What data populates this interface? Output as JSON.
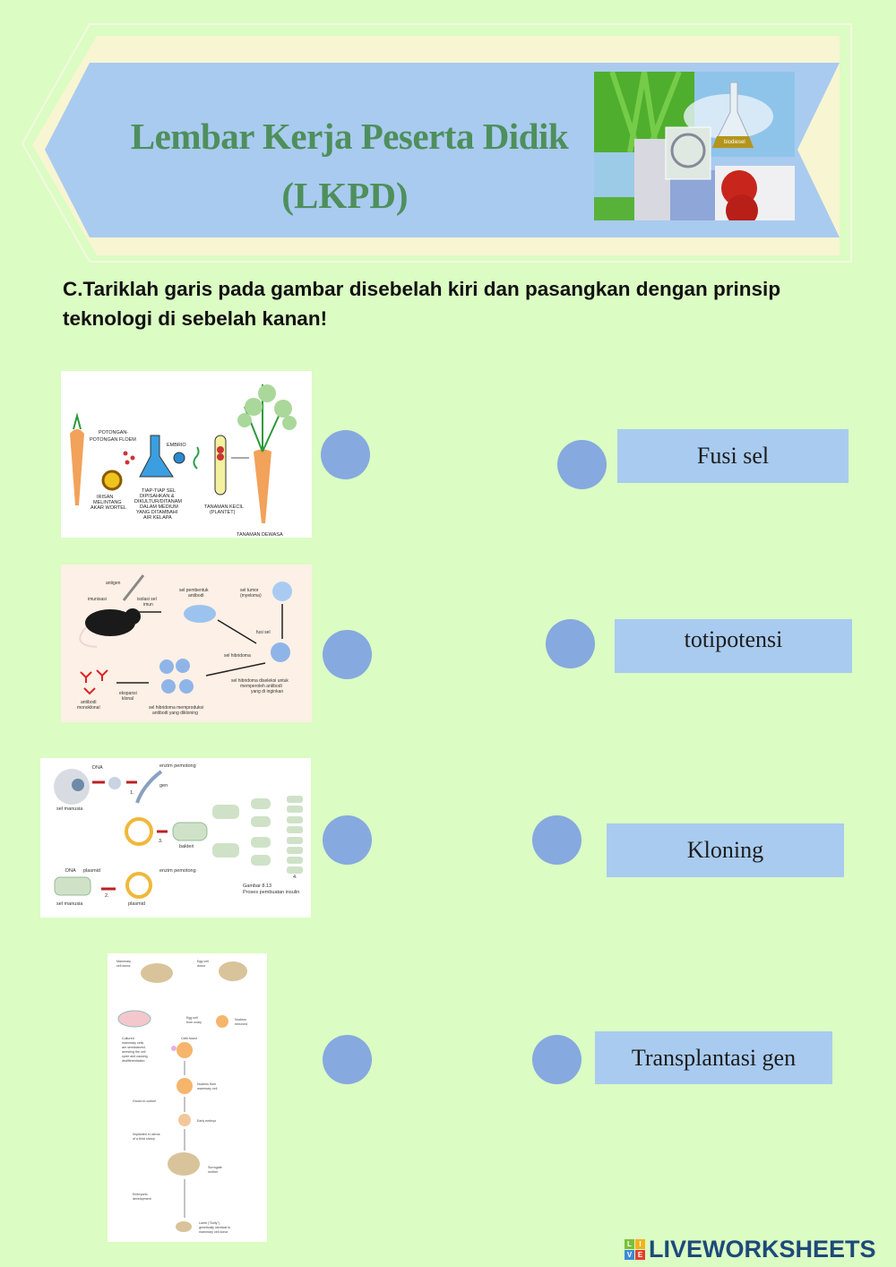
{
  "header": {
    "title_line1": "Lembar Kerja Peserta Didik",
    "title_line2": "(LKPD)",
    "collage_label": "biodiesel"
  },
  "instruction": "C.Tariklah garis pada gambar disebelah kiri dan pasangkan dengan prinsip teknologi di sebelah kanan!",
  "images": {
    "img1": {
      "labels": [
        "POTONGAN-",
        "POTONGAN FLOEM",
        "EMBRIO",
        "IRISAN",
        "MELINTANG",
        "AKAR WORTEL",
        "TIAP-TIAP SEL",
        "DIPISAHKAN &",
        "DIKULTUR/DITANAM",
        "DALAM MEDIUM",
        "YANG DITAMBAHI",
        "AIR KELAPA",
        "TANAMAN KECIL",
        "(PLANTET)",
        "TANAMAN DEWASA"
      ]
    },
    "img2": {
      "labels": [
        "antigen",
        "imunisasi",
        "isolasi sel",
        "imun",
        "sel pembentuk",
        "antibodi",
        "sel tumor",
        "(myeloma)",
        "fusi sel",
        "sel hibridoma",
        "sel hibridoma diseleksi untuk",
        "memperoleh antibodi",
        "yang di inginkan",
        "ekspansi",
        "klonal",
        "antibodi",
        "monoklonal",
        "sel hibridoma memproduksi",
        "antibodi yang dikloning"
      ]
    },
    "img3": {
      "labels": [
        "DNA",
        "enzim pemotong",
        "gen",
        "sel manusia",
        "1.",
        "3.",
        "bakteri",
        "DNA",
        "plasmid",
        "enzim pemotong",
        "sel manusia",
        "2.",
        "plasmid",
        "4.",
        "Gambar 8.13",
        "Proses pembuatan insulin"
      ]
    },
    "img4": {
      "labels": [
        "Mammary",
        "cell donor",
        "Egg cell",
        "donor",
        "Egg cell",
        "from ovary",
        "Nucleus",
        "removed",
        "Cultured",
        "mammary cells",
        "are semistarved,",
        "arresting the cell",
        "cycle and causing",
        "dedifferentiation",
        "Cells fused",
        "Nucleus from",
        "mammary cell",
        "Grown in culture",
        "Early embryo",
        "Implanted in uterus",
        "of a third sheep",
        "Surrogate",
        "mother",
        "Embryonic",
        "development",
        "Lamb (\"Dolly\")",
        "genetically identical to",
        "mammary cell donor"
      ]
    }
  },
  "options": [
    {
      "label": "Fusi sel"
    },
    {
      "label": "totipotensi"
    },
    {
      "label": "Kloning"
    },
    {
      "label": "Transplantasi gen"
    }
  ],
  "footer": {
    "brand": "LIVEWORKSHEETS",
    "logo_letters": [
      "L",
      "I",
      "V",
      "E"
    ]
  },
  "colors": {
    "background": "#dbfcc3",
    "banner_blue": "#a9cbef",
    "banner_frame": "#f8f5d2",
    "title_green": "#4e8f5c",
    "dot": "#86a9df",
    "option_box": "#a9cbef",
    "brand": "#1d4a7a"
  }
}
